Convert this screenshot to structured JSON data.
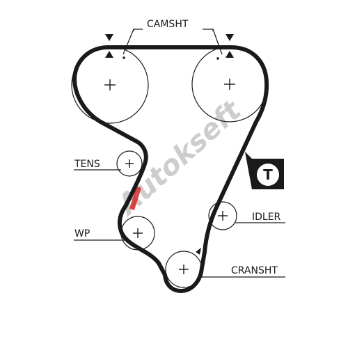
{
  "labels": {
    "camshaft": "CAMSHT",
    "tensioner": "TENS",
    "water_pump": "WP",
    "idler": "IDLER",
    "crankshaft": "CRANSHT",
    "tensioner_badge": "T"
  },
  "watermark": {
    "text": "Autokseft",
    "color": "#b9b9b9",
    "accent": "#d62828"
  },
  "colors": {
    "ink": "#1a1a1a",
    "background": "#ffffff"
  }
}
